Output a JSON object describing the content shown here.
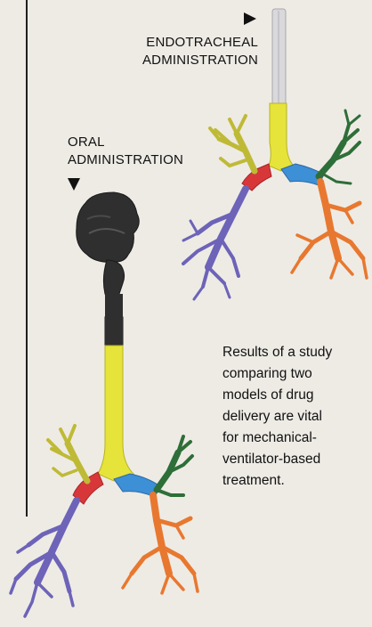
{
  "labels": {
    "endotracheal_line1": "ENDOTRACHEAL",
    "endotracheal_line2": "ADMINISTRATION",
    "oral_line1": "ORAL",
    "oral_line2": "ADMINISTRATION"
  },
  "caption": {
    "lines": [
      "Results of a study",
      "comparing two",
      "models of drug",
      "delivery are vital",
      "for mechanical-",
      "ventilator-based",
      "treatment."
    ]
  },
  "colors": {
    "trachea": "#e6e33a",
    "right_main_bronchus": "#d8373a",
    "left_main_bronchus": "#3d8fd6",
    "right_upper_branches": "#bfba36",
    "right_lower_branches": "#6d63b8",
    "left_upper_branches": "#2e6e38",
    "left_lower_branches": "#e8782f",
    "mouth_throat": "#2f2f2f",
    "tube": "#d9d9dc"
  }
}
